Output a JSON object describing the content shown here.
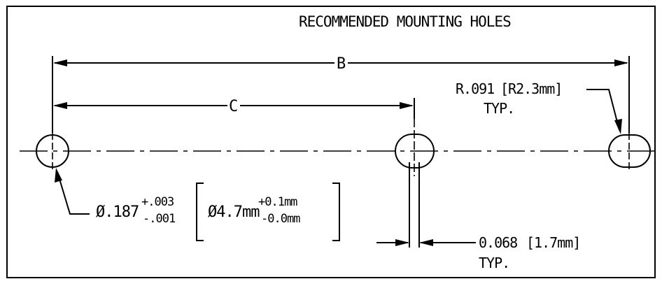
{
  "title": "RECOMMENDED MOUNTING HOLES",
  "dim_b": "B",
  "dim_c": "C",
  "radius": {
    "value": "R.091",
    "metric": "[R2.3mm]",
    "typ": "TYP."
  },
  "diameter": {
    "symbol_value": "Ø.187",
    "tol_plus": "+.003",
    "tol_minus": "-.001",
    "metric_value": "Ø4.7mm",
    "metric_tol_plus": "+0.1mm",
    "metric_tol_minus": "-0.0mm"
  },
  "slot_width": {
    "value": "0.068",
    "metric": "[1.7mm]",
    "typ": "TYP."
  }
}
